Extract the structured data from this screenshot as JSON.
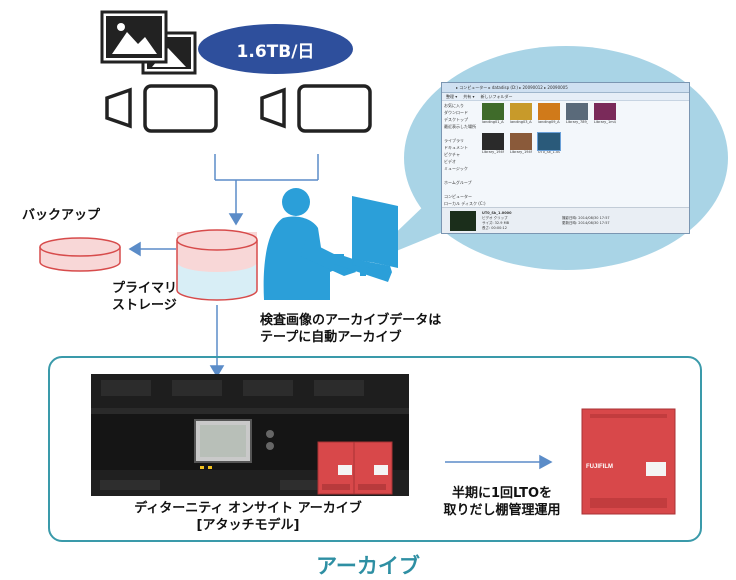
{
  "daily_volume": "1.6TB/日",
  "backup_label": "バックアップ",
  "primary_storage_label": [
    "プライマリ",
    "ストレージ"
  ],
  "archive_note": [
    "検査画像のアーカイブデータは",
    "テープに自動アーカイブ"
  ],
  "library_caption": [
    "ディターニティ オンサイト アーカイブ",
    "[アタッチモデル]"
  ],
  "shelf_note": [
    "半期に1回LTOを",
    "取りだし棚管理運用"
  ],
  "archive_title": "アーカイブ",
  "tape_brand": "FUJIFILM",
  "explorer": {
    "breadcrumb": "▸ コンピューター ▸ datadisp (D:) ▸ 20090012 ▸ 20090005",
    "toolbar": [
      "整理 ▾",
      "共有 ▾",
      "新しいフォルダー"
    ],
    "nav_items": [
      "お気に入り",
      "ダウンロード",
      "デスクトップ",
      "最近表示した場所",
      "",
      "ライブラリ",
      "ドキュメント",
      "ピクチャ",
      "ビデオ",
      "ミュージック",
      "",
      "ホームグループ",
      "",
      "コンピューター",
      "ローカル ディスク (C:)"
    ],
    "thumbnails": [
      "landing01_Ary",
      "landing03_Ary",
      "landing09_Ary",
      "Library_789_m_lage.jpg",
      "Library_1m4_s_image.jpg",
      "Library_1949_image.jpg",
      "Library_1949_1_image.jpg",
      "UT0_Sk_1.0000"
    ],
    "detail_name": "UT0_Sk_1.0000",
    "detail_lines": [
      "ビデオ クリップ",
      "サイズ: 32.9 MB",
      "長さ: 00:00:12",
      "撮影日時: 2014/08/30 17:57",
      "更新日時: 2014/08/30 17:57"
    ]
  },
  "colors": {
    "pill": "#2e4f9c",
    "person": "#2b9fd9",
    "bubble": "#a9d4e6",
    "arrow": "#5b8cc8",
    "archive": "#2e8fa3",
    "tape": "#d8484a",
    "cylinder_fill": "#f8d7d7",
    "cylinder_stroke": "#d74b4b"
  }
}
